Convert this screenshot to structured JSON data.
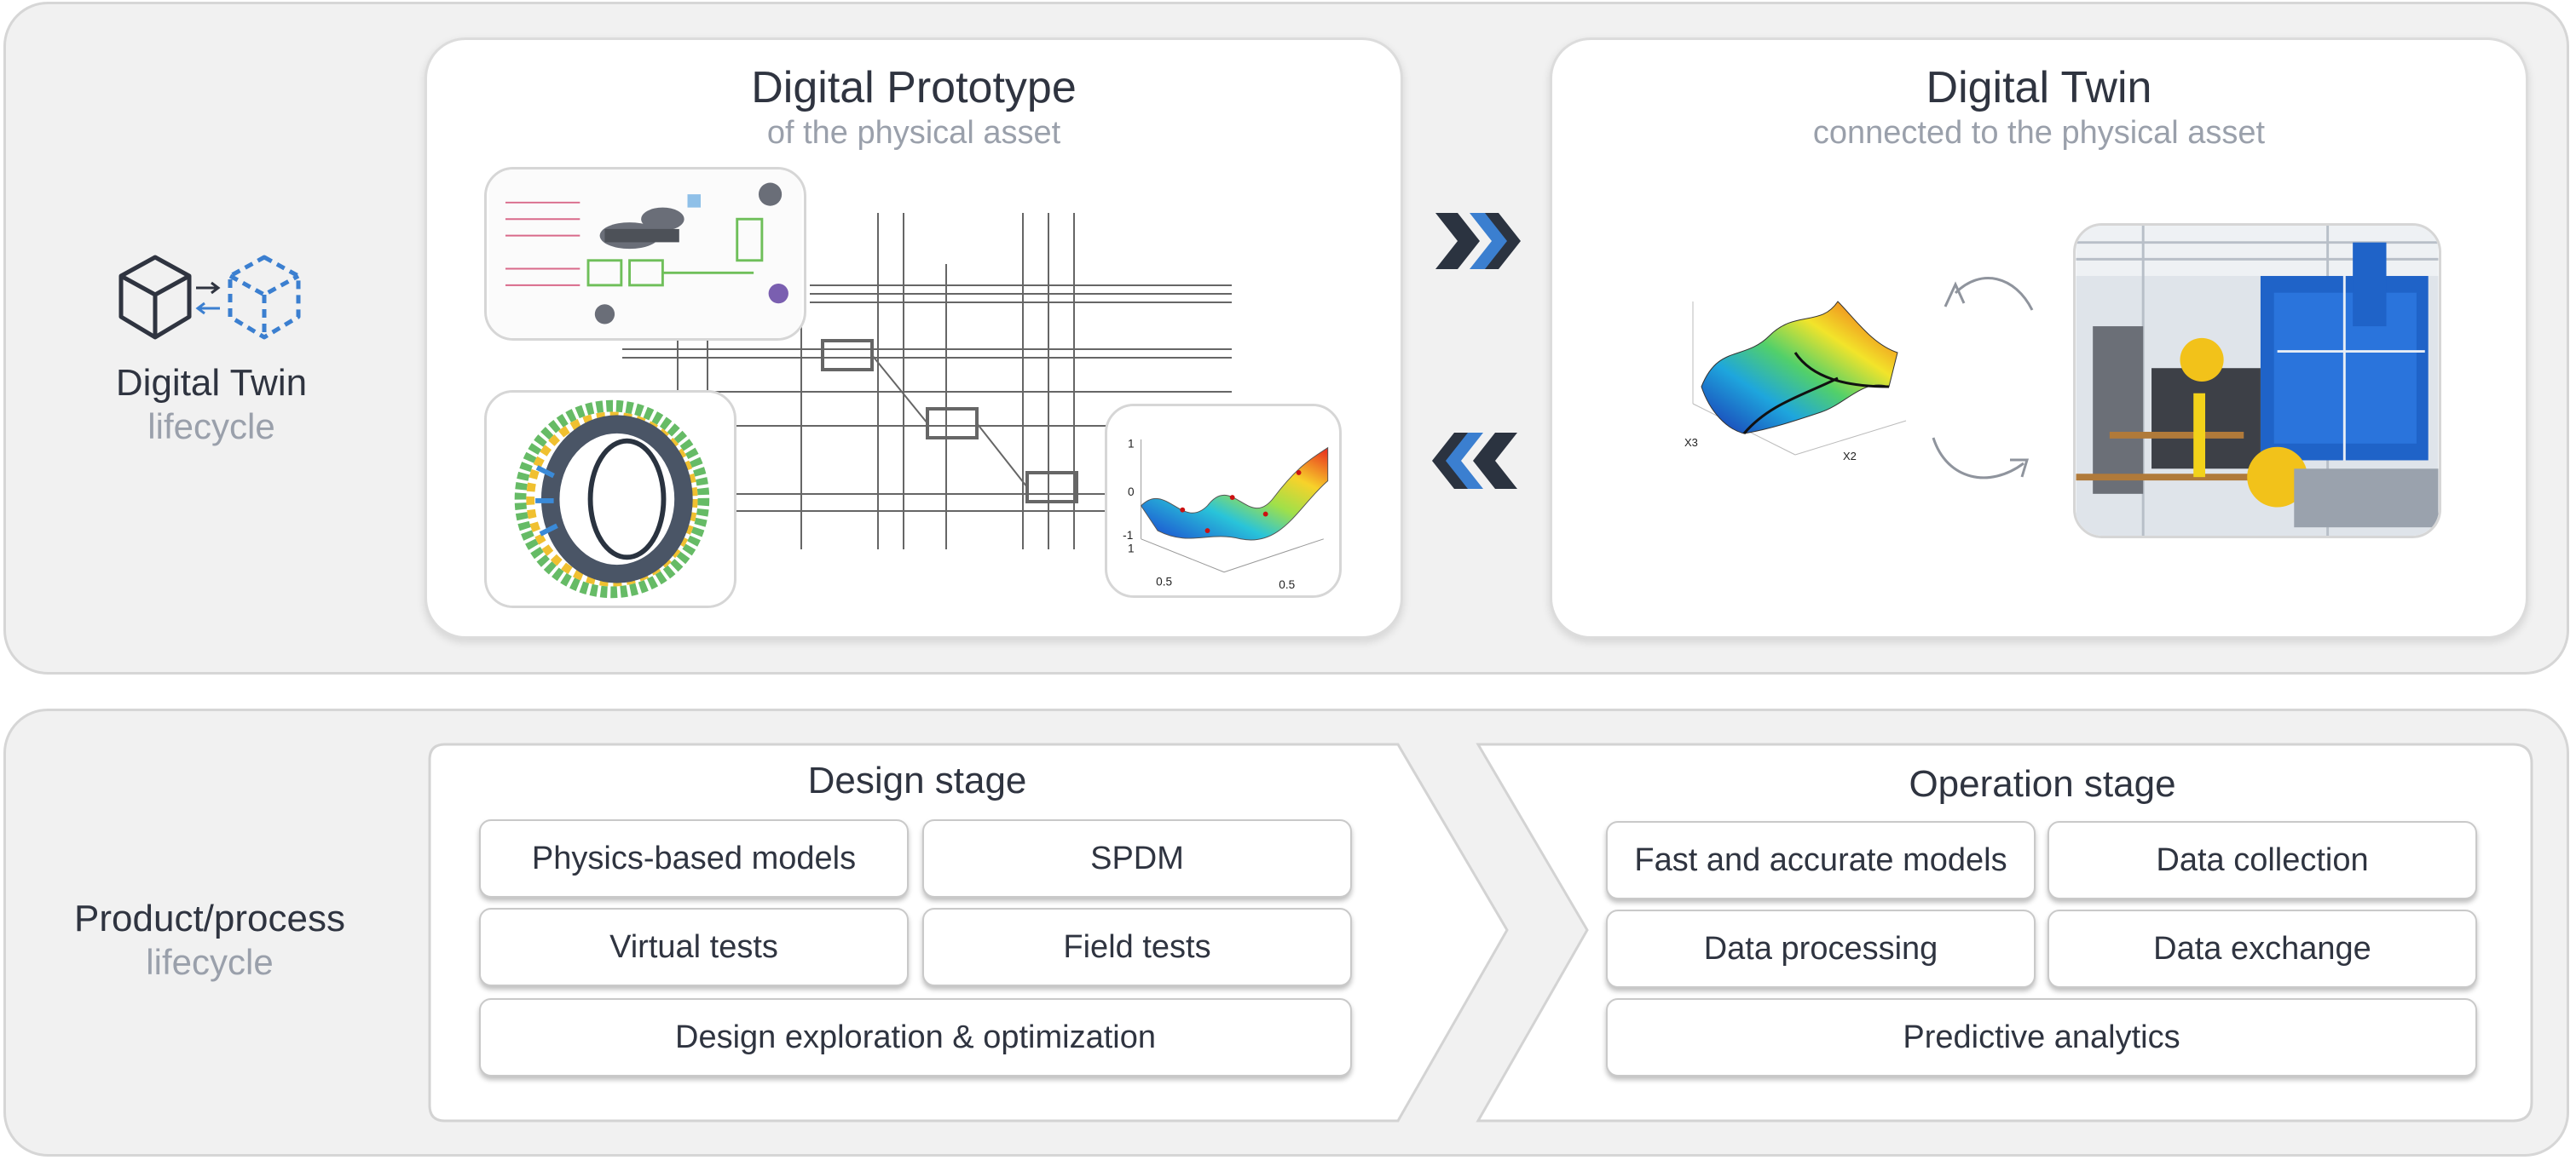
{
  "top": {
    "lifecycle": {
      "line1": "Digital Twin",
      "line2": "lifecycle"
    },
    "prototype": {
      "title": "Digital Prototype",
      "subtitle": "of the physical asset"
    },
    "twin": {
      "title": "Digital Twin",
      "subtitle": "connected to the physical asset"
    },
    "surface_plot": {
      "ticks": [
        "1",
        "0",
        "-1",
        "1",
        "0.5",
        "0.5"
      ]
    },
    "twin_plot": {
      "axis_labels": [
        "X3",
        "X2"
      ]
    }
  },
  "bottom": {
    "lifecycle": {
      "line1": "Product/process",
      "line2": "lifecycle"
    },
    "design": {
      "title": "Design stage",
      "items": [
        "Physics-based models",
        "SPDM",
        "Virtual tests",
        "Field tests",
        "Design exploration & optimization"
      ]
    },
    "operation": {
      "title": "Operation stage",
      "items": [
        "Fast and accurate models",
        "Data collection",
        "Data processing",
        "Data exchange",
        "Predictive analytics"
      ]
    }
  },
  "colors": {
    "accent_blue": "#3b7fd0",
    "dark": "#2f3440",
    "muted": "#9aa0ab"
  }
}
